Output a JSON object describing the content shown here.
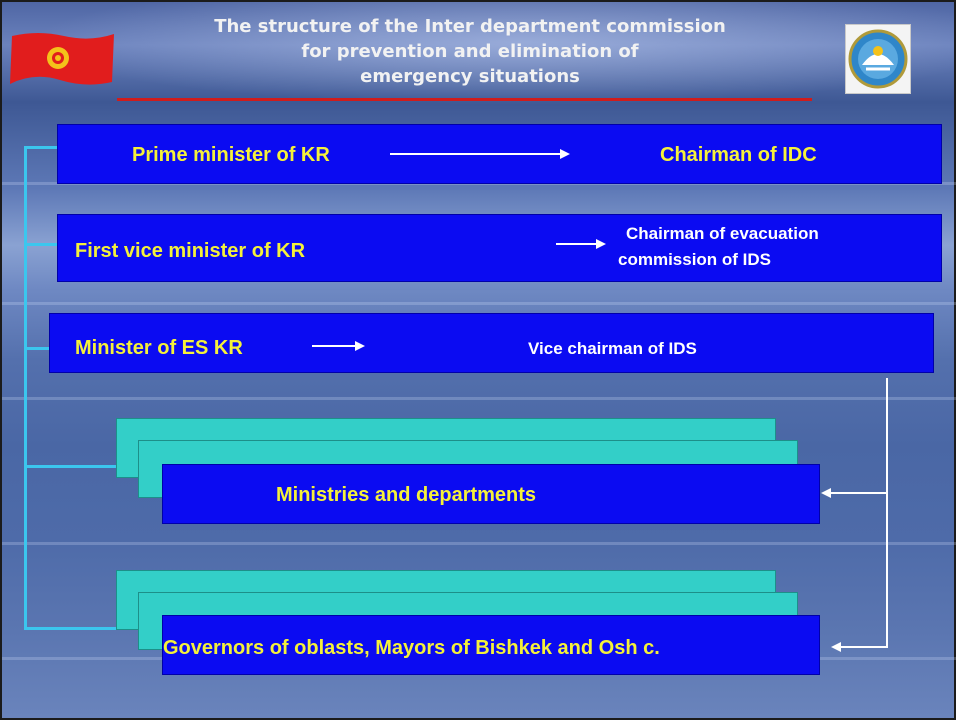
{
  "title": {
    "line1": "The structure of the  Inter department commission",
    "line2": "for prevention and elimination of",
    "line3": "emergency situations"
  },
  "icons": {
    "flag": "kyrgyz-flag-icon",
    "emblem": "state-emblem-icon"
  },
  "colors": {
    "box_blue": "#0b0bf2",
    "box_teal": "#33cfc8",
    "label_yellow": "#f5f13a",
    "connector_cyan": "#3bc6ee",
    "title_underline_red": "#d01c1c"
  },
  "rows": {
    "prime_minister": {
      "left": "Prime minister of KR",
      "right": "Chairman of IDC"
    },
    "first_vice": {
      "left": "First vice minister of KR",
      "right_line1": "Chairman of  evacuation",
      "right_line2": "commission of IDS"
    },
    "minister_es": {
      "left": "Minister of ES KR",
      "right": "Vice chairman of IDS"
    },
    "ministries": {
      "label": "Ministries and departments"
    },
    "governors": {
      "label": "Governors of oblasts, Mayors of Bishkek and Osh c."
    }
  }
}
